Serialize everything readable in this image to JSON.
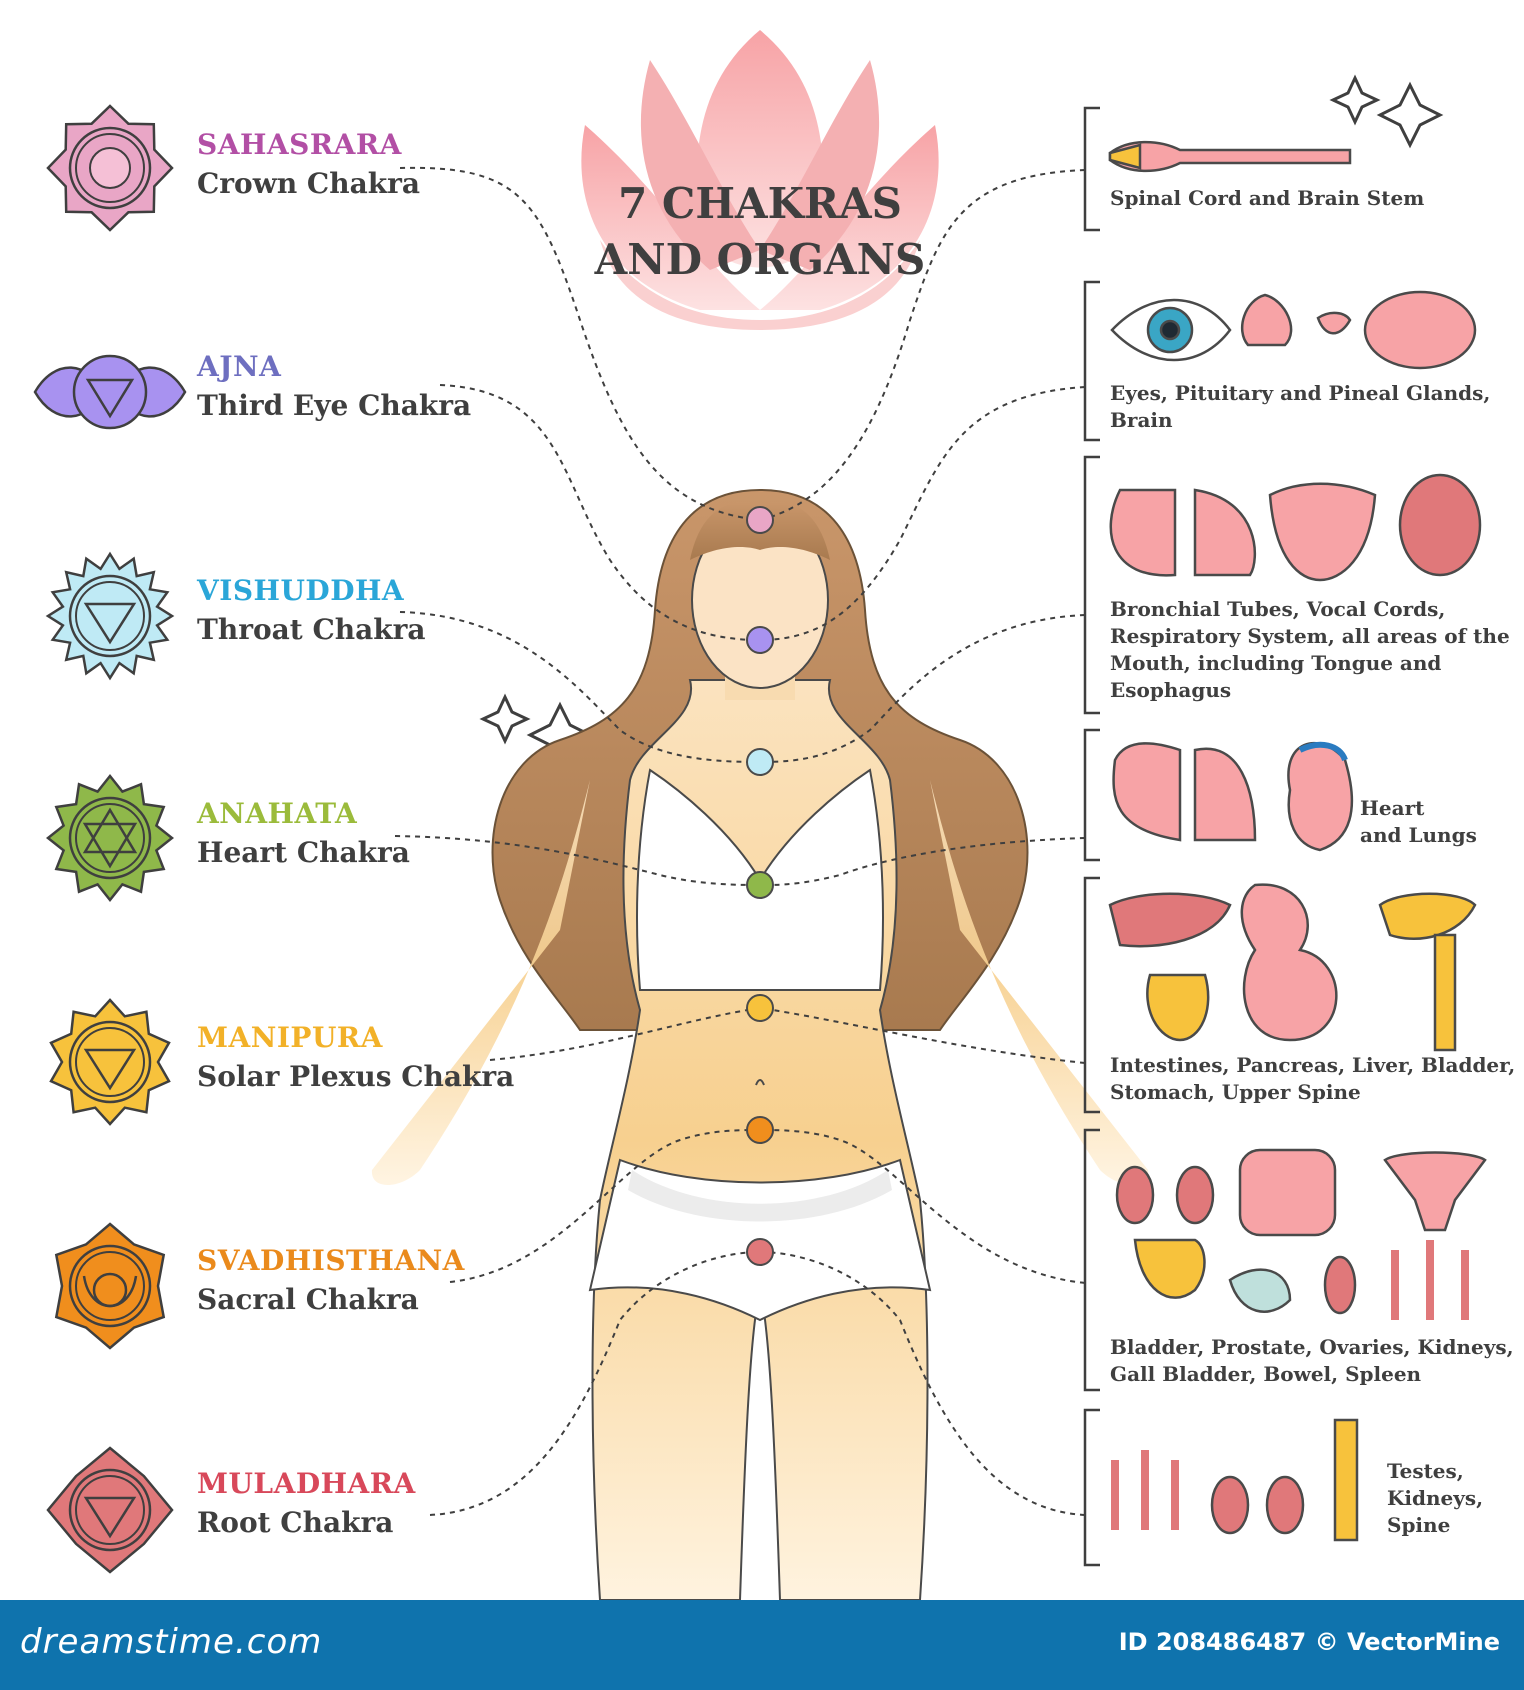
{
  "title": {
    "line1": "7 CHAKRAS",
    "line2": "AND ORGANS"
  },
  "chakras": [
    {
      "name": "SAHASRARA",
      "desc": "Crown Chakra",
      "color": "#b24fa5",
      "fill": "#e9a6c6",
      "icon": "crown-chakra-icon"
    },
    {
      "name": "AJNA",
      "desc": "Third Eye Chakra",
      "color": "#6e6fc0",
      "fill": "#a892f0",
      "icon": "third-eye-chakra-icon"
    },
    {
      "name": "VISHUDDHA",
      "desc": "Throat Chakra",
      "color": "#2aa6d8",
      "fill": "#bfeaf5",
      "icon": "throat-chakra-icon"
    },
    {
      "name": "ANAHATA",
      "desc": "Heart Chakra",
      "color": "#9bbb3b",
      "fill": "#8fb84a",
      "icon": "heart-chakra-icon"
    },
    {
      "name": "MANIPURA",
      "desc": "Solar Plexus Chakra",
      "color": "#f2b128",
      "fill": "#f7c23c",
      "icon": "solar-plexus-chakra-icon"
    },
    {
      "name": "SVADHISTHANA",
      "desc": "Sacral Chakra",
      "color": "#ea8a1c",
      "fill": "#f08e1d",
      "icon": "sacral-chakra-icon"
    },
    {
      "name": "MULADHARA",
      "desc": "Root Chakra",
      "color": "#d8485a",
      "fill": "#e0787a",
      "icon": "root-chakra-icon"
    }
  ],
  "organs": [
    {
      "lines": [
        "Spinal Cord and Brain Stem"
      ],
      "icon": "spinal-cord-icon"
    },
    {
      "lines": [
        "Eyes, Pituitary and Pineal Glands,",
        "Brain"
      ],
      "icon": "eye-brain-icon"
    },
    {
      "lines": [
        "Bronchial Tubes, Vocal Cords,",
        "Respiratory System, all areas of the",
        "Mouth, including Tongue and",
        "Esophagus"
      ],
      "icon": "respiratory-icon"
    },
    {
      "lines": [
        "Heart",
        "and Lungs"
      ],
      "icon": "heart-lungs-icon"
    },
    {
      "lines": [
        "Intestines, Pancreas, Liver, Bladder,",
        "Stomach, Upper Spine"
      ],
      "icon": "digestive-organs-icon"
    },
    {
      "lines": [
        "Bladder, Prostate, Ovaries, Kidneys,",
        "Gall Bladder, Bowel, Spleen"
      ],
      "icon": "pelvic-organs-icon"
    },
    {
      "lines": [
        "Testes,",
        "Kidneys,",
        "Spine"
      ],
      "icon": "testes-kidneys-spine-icon"
    }
  ],
  "footer": {
    "brand": "dreamstime.com",
    "id_text": "ID 208486487 © VectorMine"
  },
  "colors": {
    "lotus": "#f6a5a8",
    "skin": "#f7d08f",
    "hair": "#b7865a",
    "outline": "#4a4a4a",
    "footer_bg": "#0f73ad"
  }
}
